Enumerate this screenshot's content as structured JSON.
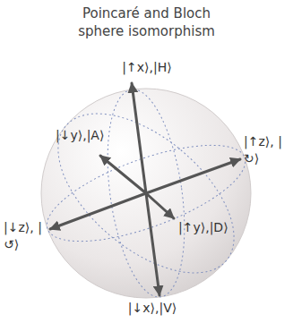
{
  "diagram": {
    "title": "Poincaré and Bloch sphere isomorphism",
    "labels": [
      "|↑x⟩,|H⟩",
      "|↓y⟩,|A⟩",
      "|↑z⟩, |↻⟩",
      "|↓z⟩, |↺⟩",
      "|↑y⟩,|D⟩",
      "|↓x⟩,|V⟩"
    ]
  }
}
